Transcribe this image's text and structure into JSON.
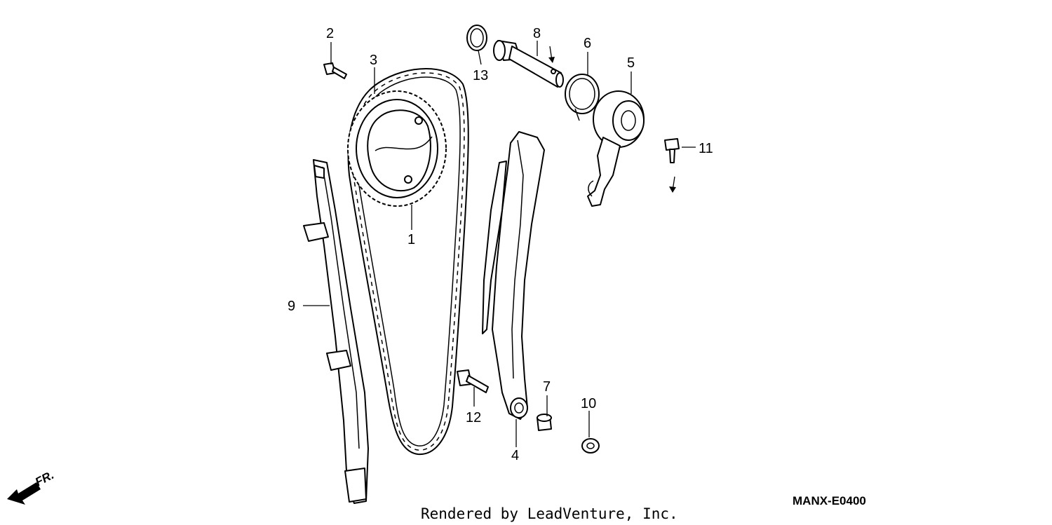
{
  "callouts": {
    "c1": "1",
    "c2": "2",
    "c3": "3",
    "c4": "4",
    "c5": "5",
    "c6": "6",
    "c7": "7",
    "c8": "8",
    "c9": "9",
    "c10": "10",
    "c11": "11",
    "c12": "12",
    "c13": "13"
  },
  "direction_label": "FR.",
  "diagram_code": "MANX-E0400",
  "credit": "Rendered by LeadVenture, Inc."
}
